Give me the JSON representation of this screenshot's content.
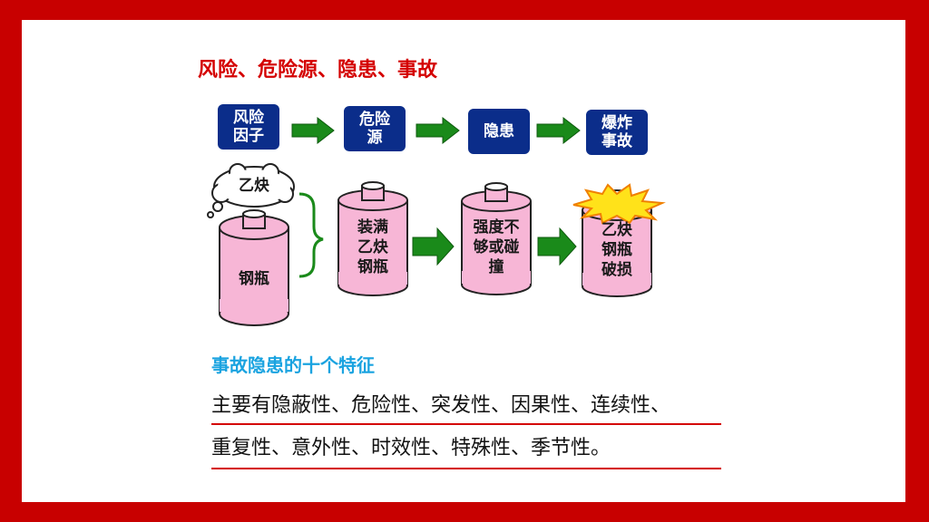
{
  "title": "风险、危险源、隐患、事故",
  "flow": {
    "steps": [
      "风险\n因子",
      "危险\n源",
      "隐患",
      "爆炸\n事故"
    ]
  },
  "cylinders": {
    "cloud_text": "乙炔",
    "labels": [
      "钢瓶",
      "装满\n乙炔\n钢瓶",
      "强度不\n够或碰\n撞",
      "乙炔\n钢瓶\n破损"
    ]
  },
  "features": {
    "heading": "事故隐患的十个特征",
    "line1": "主要有隐蔽性、危险性、突发性、因果性、连续性、",
    "line2": "重复性、意外性、时效性、特殊性、季节性。"
  },
  "colors": {
    "border": "#c80000",
    "title": "#d40000",
    "step_box": "#0b2d8a",
    "arrow": "#1a8a1a",
    "cylinder_fill": "#f7b6d6",
    "heading": "#1aa3e0"
  }
}
